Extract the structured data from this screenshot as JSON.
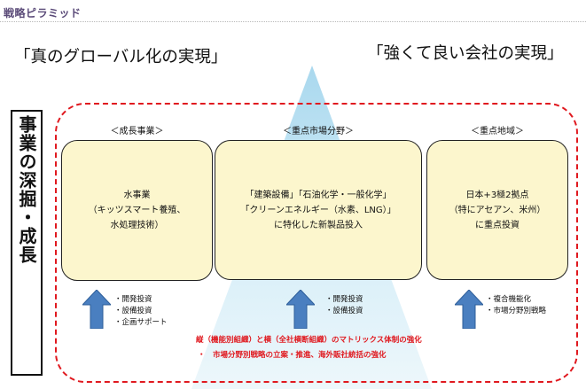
{
  "header": {
    "title": "戦略ピラミッド"
  },
  "slogans": {
    "left": "「真のグローバル化の実現」",
    "right": "「強くて良い会社の実現」"
  },
  "vertical_label": "事業の深掘・成長",
  "columns": [
    {
      "header": "＜成長事業＞",
      "lines": [
        "水事業",
        "（キッツスマート養殖、",
        "水処理技術）"
      ],
      "bullets": [
        "・開発投資",
        "・設備投資",
        "・企画サポート"
      ]
    },
    {
      "header": "＜重点市場分野＞",
      "lines": [
        "「建築設備」「石油化学・一般化学」",
        "「クリーンエネルギー（水素、LNG）」",
        "に特化した新製品投入"
      ],
      "bullets": [
        "・開発投資",
        "・設備投資"
      ]
    },
    {
      "header": "＜重点地域＞",
      "lines": [
        "日本+3極2拠点",
        "（特にアセアン、米州）",
        "に重点投資"
      ],
      "bullets": [
        "・複合機能化",
        "・市場分野別戦略"
      ]
    }
  ],
  "footer": [
    "縦（機能別組織）と横（全社横断組織）のマトリックス体制の強化",
    "・　市場分野別戦略の立案・推進、海外販社統括の強化"
  ],
  "colors": {
    "accent_red": "#e0191f",
    "card_fill": "#fcf6cd",
    "arrow_blue": "#4a7fc0",
    "pyramid_light": "#dff1f8"
  }
}
